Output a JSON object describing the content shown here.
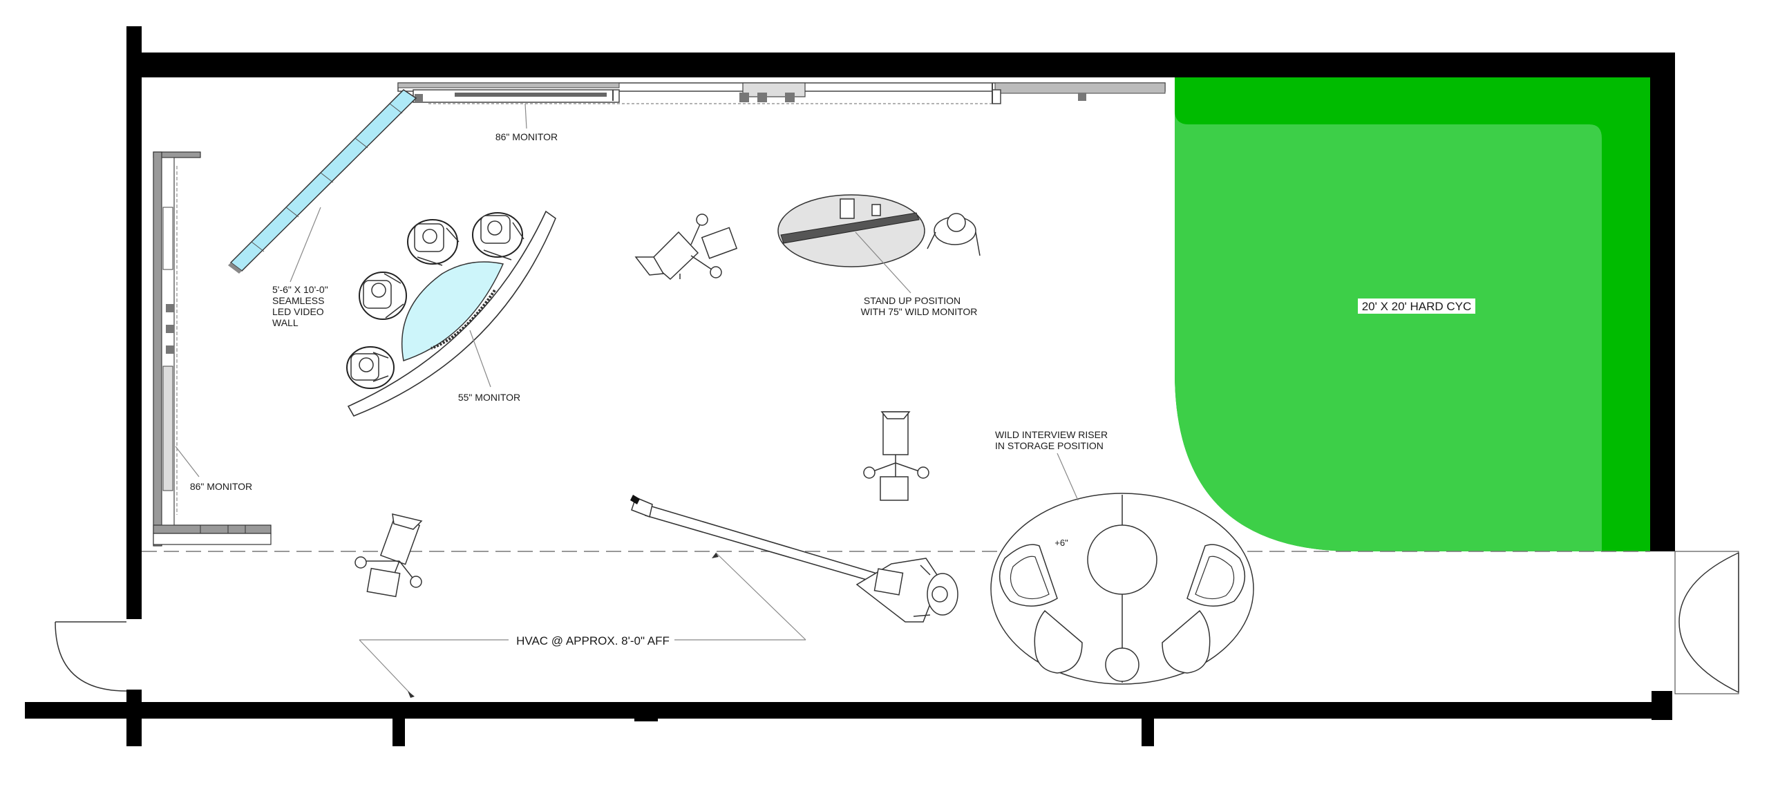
{
  "labels": {
    "monitor_top": "86\" MONITOR",
    "led_wall_1": "5'-6\" X 10'-0\"",
    "led_wall_2": "SEAMLESS",
    "led_wall_3": "LED VIDEO",
    "led_wall_4": "WALL",
    "monitor_55": "55\" MONITOR",
    "monitor_left": "86\" MONITOR",
    "standup_1": "STAND UP POSITION",
    "standup_2": "WITH 75\" WILD MONITOR",
    "riser_1": "WILD INTERVIEW RISER",
    "riser_2": "IN STORAGE POSITION",
    "riser_height": "+6\"",
    "hvac": "HVAC @ APPROX. 8'-0\" AFF",
    "cyc": "20' X 20' HARD CYC"
  },
  "colors": {
    "cyc_outer": "#00bb00",
    "cyc_inner": "#3dcf48",
    "led_screen": "#aee9f7",
    "desk_monitor": "#cdf5fa",
    "wall": "#000000",
    "ellipse_fill": "#e3e3e3"
  }
}
